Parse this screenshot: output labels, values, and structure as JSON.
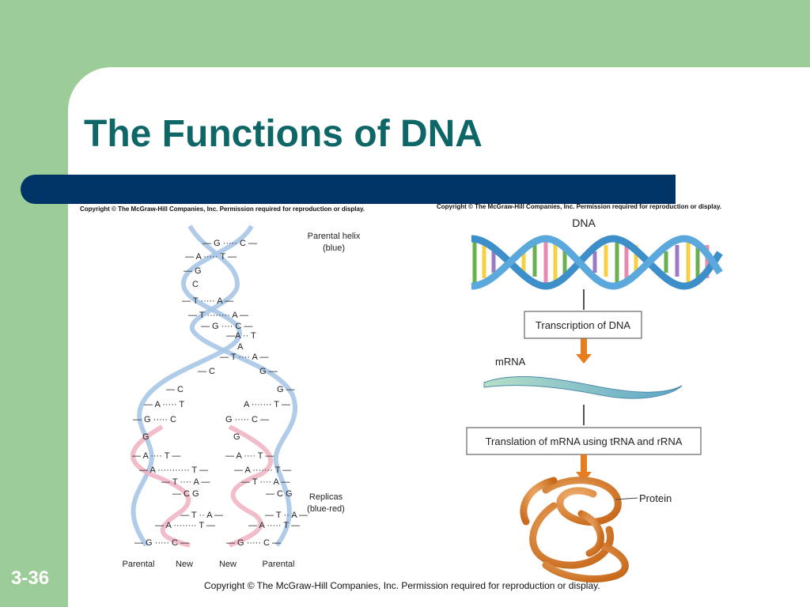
{
  "slide": {
    "title": "The Functions of DNA",
    "number": "3-36",
    "footer_copyright": "Copyright © The McGraw-Hill Companies, Inc. Permission required for reproduction or display."
  },
  "figure_left": {
    "copyright": "Copyright © The McGraw-Hill Companies, Inc. Permission required for reproduction or display.",
    "parental_label_line1": "Parental helix",
    "parental_label_line2": "(blue)",
    "replicas_label_line1": "Replicas",
    "replicas_label_line2": "(blue-red)",
    "bottom_labels": [
      "Parental",
      "New",
      "New",
      "Parental"
    ],
    "base_pairs_top": [
      "G C",
      "A T",
      "G",
      "C",
      "T A",
      "T A",
      "G C",
      "A T",
      "A",
      "T A"
    ]
  },
  "figure_right": {
    "copyright": "Copyright © The McGraw-Hill Companies, Inc. Permission required for reproduction or display.",
    "dna_label": "DNA",
    "transcription_label": "Transcription of DNA",
    "mrna_label": "mRNA",
    "translation_label": "Translation of mRNA using tRNA and rRNA",
    "protein_label": "Protein"
  },
  "colors": {
    "background_green": "#9ccc98",
    "title_teal": "#0e6666",
    "bar_navy": "#003366",
    "arrow_orange": "#e87d1e"
  }
}
